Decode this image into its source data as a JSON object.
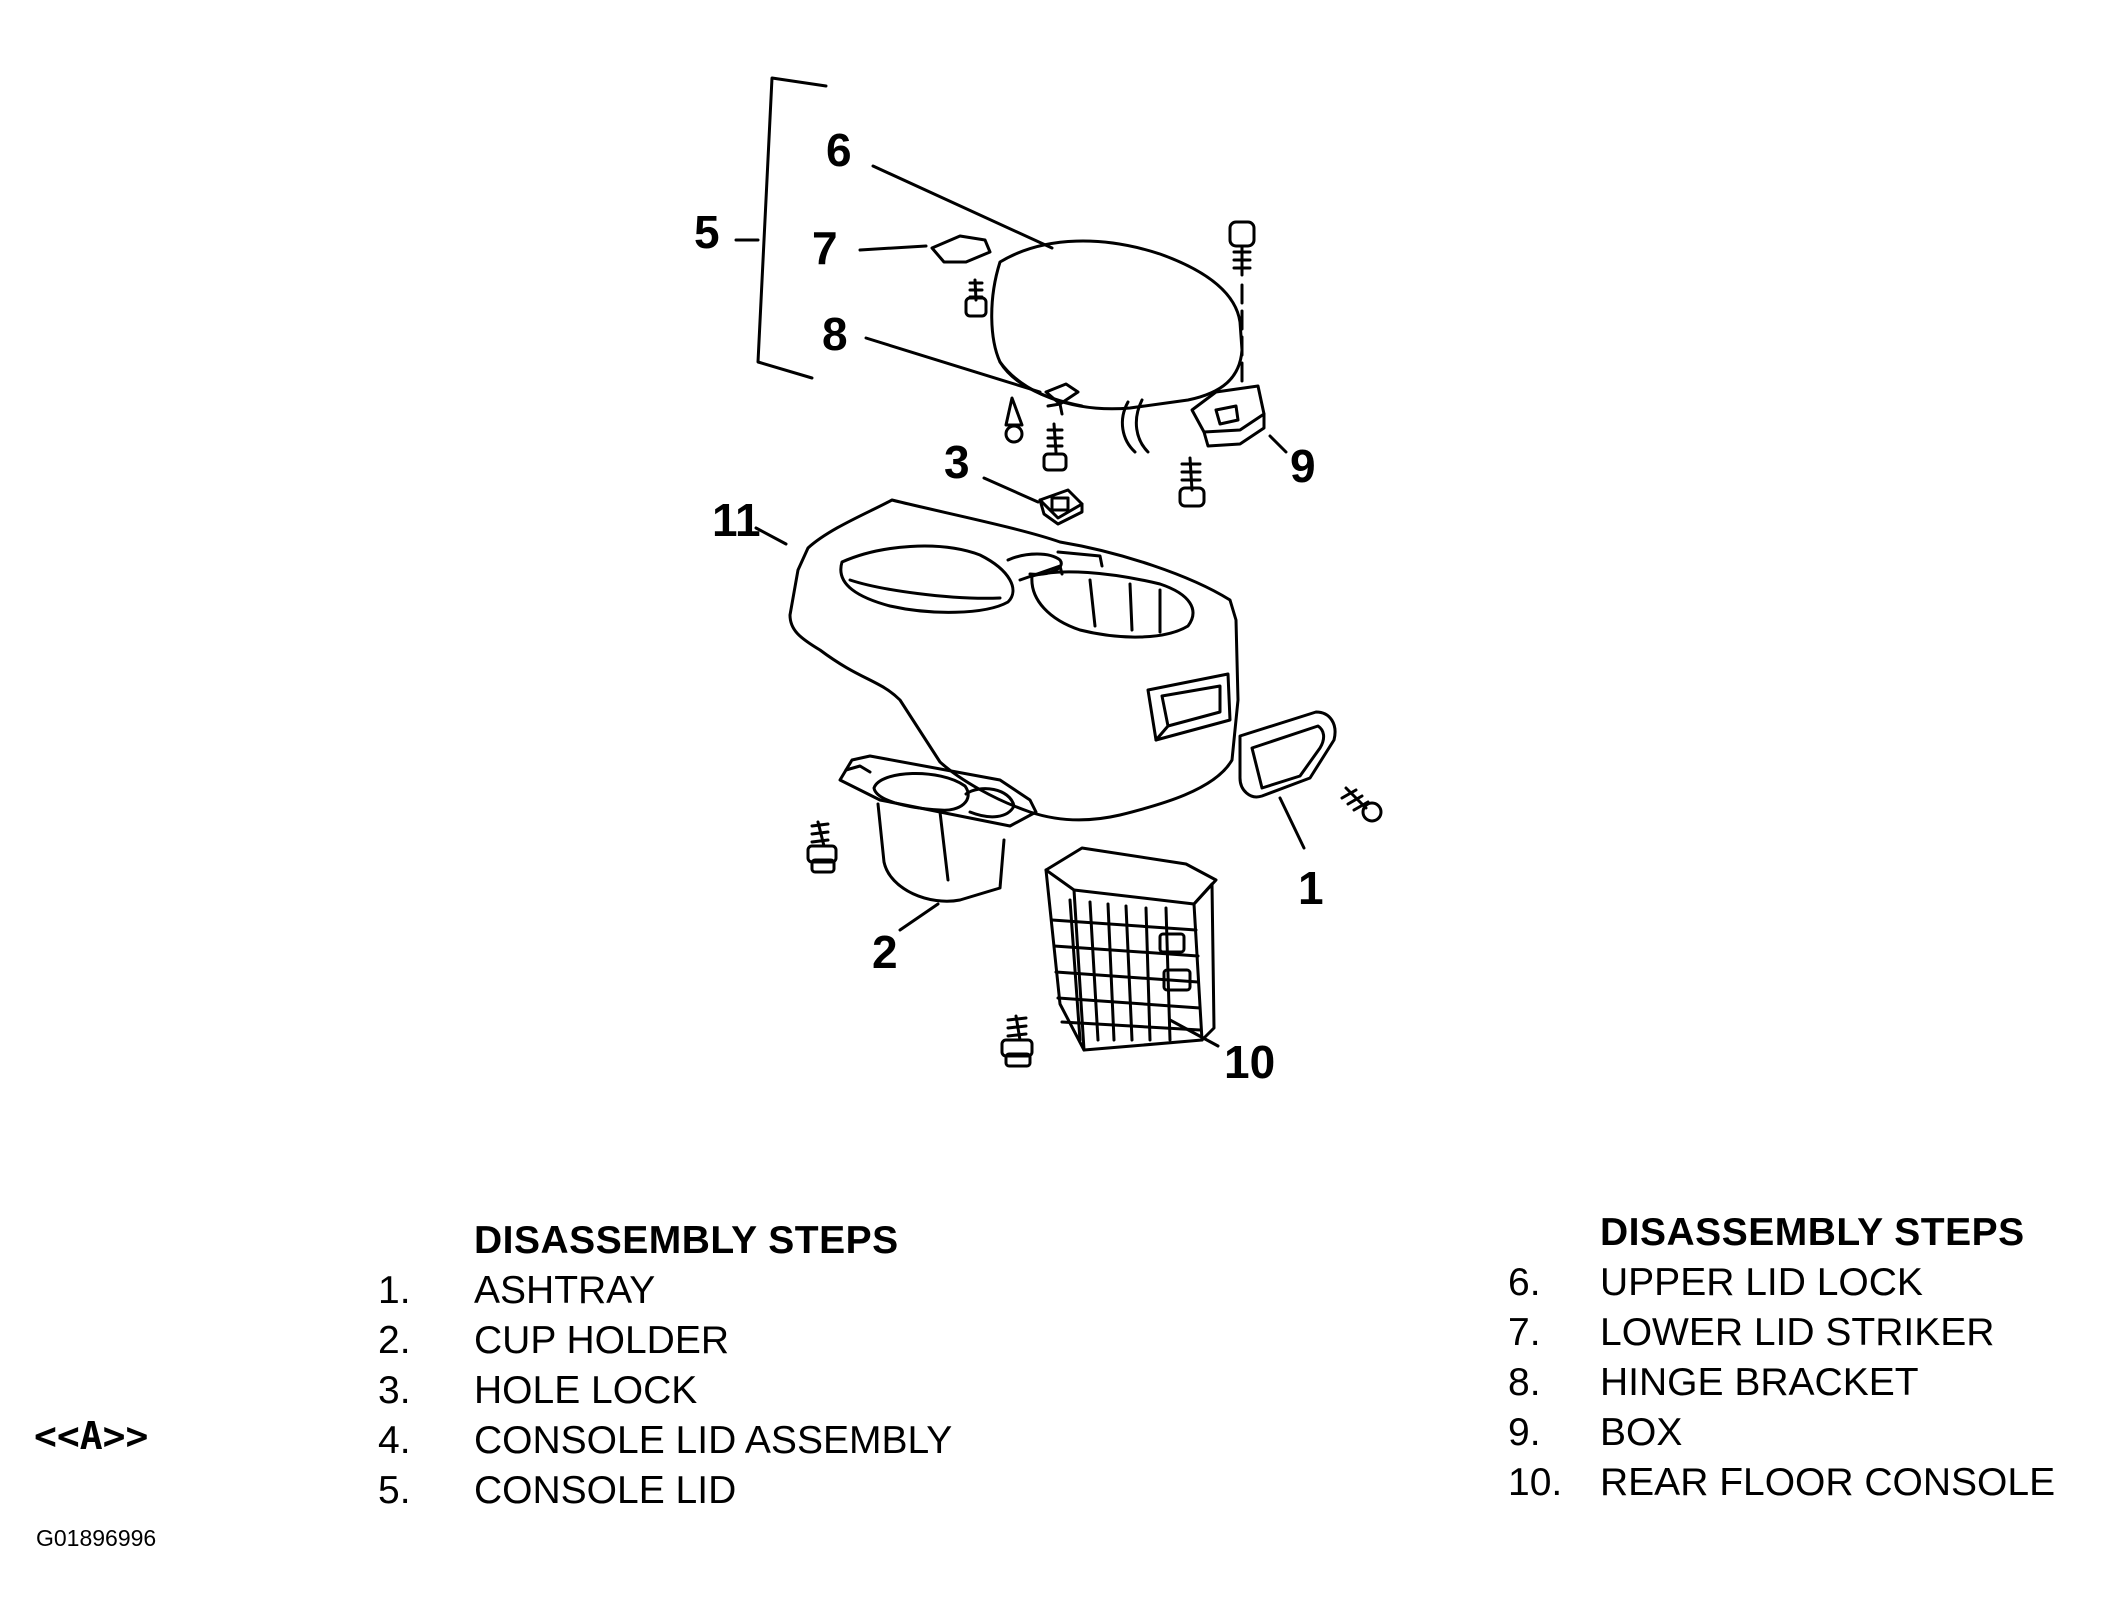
{
  "callouts": {
    "c1": "1",
    "c2": "2",
    "c3": "3",
    "c5": "5",
    "c6": "6",
    "c7": "7",
    "c8": "8",
    "c9": "9",
    "c10": "10",
    "c11": "11"
  },
  "steps_left": {
    "heading": "DISASSEMBLY STEPS",
    "items": [
      {
        "num": "1.",
        "label": "ASHTRAY"
      },
      {
        "num": "2.",
        "label": "CUP HOLDER"
      },
      {
        "num": "3.",
        "label": "HOLE LOCK"
      },
      {
        "num": "4.",
        "label": "CONSOLE LID ASSEMBLY"
      },
      {
        "num": "5.",
        "label": "CONSOLE LID"
      }
    ]
  },
  "steps_right": {
    "heading": "DISASSEMBLY STEPS",
    "items": [
      {
        "num": "6.",
        "label": "UPPER LID LOCK"
      },
      {
        "num": "7.",
        "label": "LOWER LID STRIKER"
      },
      {
        "num": "8.",
        "label": "HINGE BRACKET"
      },
      {
        "num": "9.",
        "label": "BOX"
      },
      {
        "num": "10.",
        "label": "REAR FLOOR CONSOLE"
      }
    ]
  },
  "ref_tag": "<<A>>",
  "figure_id": "G01896996"
}
